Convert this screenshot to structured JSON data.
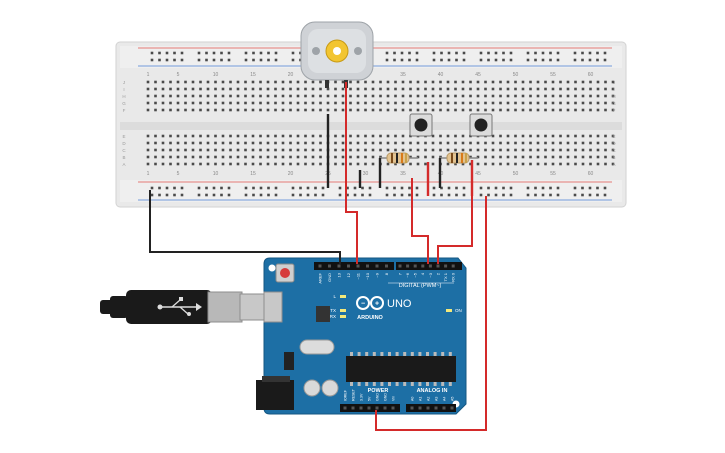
{
  "breadboard": {
    "column_labels_top": [
      "1",
      "5",
      "10",
      "15",
      "20",
      "25",
      "30",
      "35",
      "40",
      "45",
      "50",
      "55",
      "60"
    ],
    "column_labels_bottom": [
      "1",
      "5",
      "10",
      "15",
      "20",
      "25",
      "30",
      "35",
      "40",
      "45",
      "50",
      "55",
      "60"
    ],
    "row_labels_upper": [
      "J",
      "I",
      "H",
      "G",
      "F"
    ],
    "row_labels_lower": [
      "E",
      "D",
      "C",
      "B",
      "A"
    ]
  },
  "arduino": {
    "brand_label": "ARDUINO",
    "model_label": "UNO",
    "digital_header_label": "DIGITAL (PWM~)",
    "power_header_label": "POWER",
    "analog_header_label": "ANALOG IN",
    "led_labels": [
      "L",
      "TX",
      "RX",
      "ON"
    ],
    "digital_pin_labels": [
      "AREF",
      "GND",
      "13",
      "12",
      "~11",
      "~10",
      "~9",
      "8",
      "7",
      "~6",
      "~5",
      "4",
      "~3",
      "2",
      "TX 1",
      "RX 0"
    ],
    "power_pin_labels": [
      "IOREF",
      "RESET",
      "3.3V",
      "5V",
      "GND",
      "GND",
      "Vin"
    ],
    "analog_pin_labels": [
      "A0",
      "A1",
      "A2",
      "A3",
      "A4",
      "A5"
    ]
  },
  "colors": {
    "board_blue": "#1d6fa5",
    "wire_red": "#d42a2a",
    "wire_black": "#222222",
    "breadboard_body": "#e9e9e9",
    "rail_red": "#e0554f",
    "rail_blue": "#4a7fd4"
  }
}
